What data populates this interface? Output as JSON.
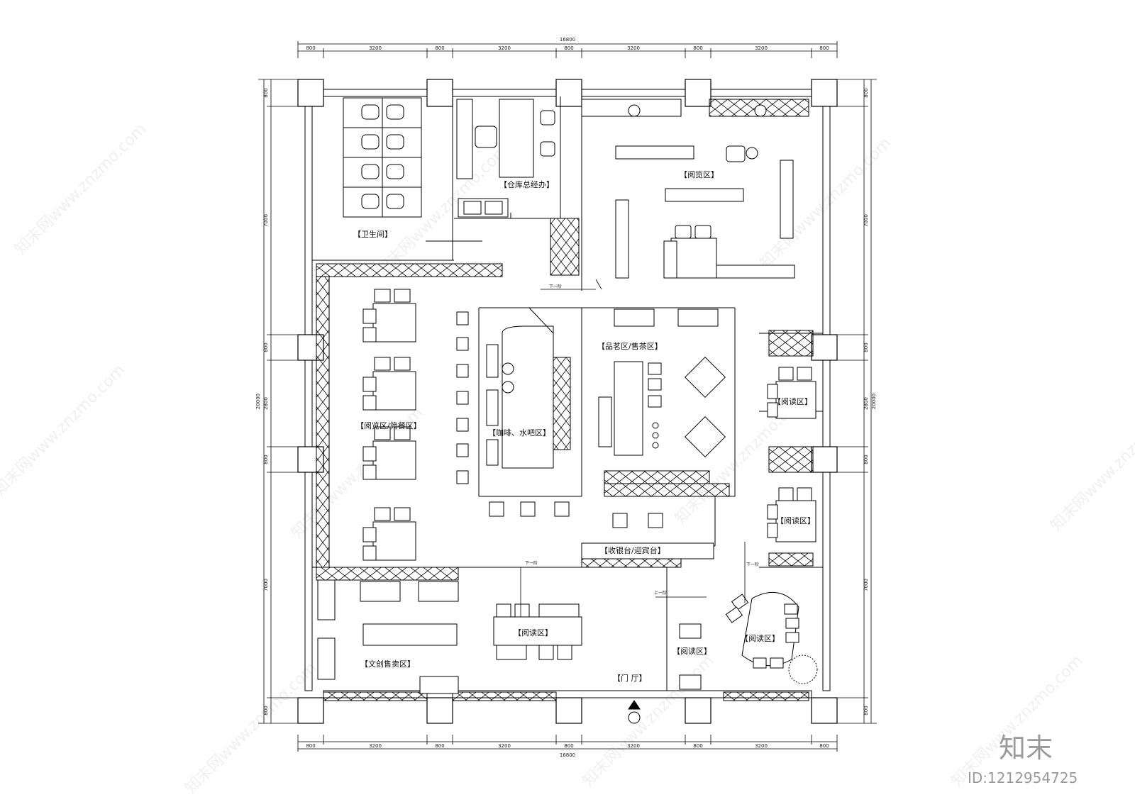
{
  "dimensions": {
    "total_width": "16800",
    "total_height": "20000",
    "horizontal_segments": [
      "800",
      "3200",
      "800",
      "3200",
      "800",
      "3200",
      "800",
      "3200",
      "800"
    ],
    "vertical_segments_left": [
      "800",
      "7000",
      "800",
      "2800",
      "800",
      "7000",
      "800"
    ],
    "vertical_segments_right": [
      "800",
      "7000",
      "800",
      "2800",
      "800",
      "7000",
      "800"
    ]
  },
  "rooms": {
    "restroom": "【卫生间】",
    "warehouse_office": "【仓库总经办】",
    "reading_top": "【阅览区】",
    "reading_dining": "【阅览区/简餐区】",
    "coffee_bar": "【咖啡、水吧区】",
    "tea_area": "【品茗区/售茶区】",
    "reading_right_1": "【阅读区】",
    "reading_right_2": "【阅读区】",
    "cashier": "【收银台/迎宾台】",
    "reading_center": "【阅读区】",
    "creative_shop": "【文创售卖区】",
    "lobby": "【门  厅】",
    "reading_bottom_left": "【阅读区】",
    "reading_bottom_right": "【阅读区】"
  },
  "step_labels": {
    "step_down_1": "下一阶",
    "step_down_2": "下一阶",
    "step_down_3": "上一阶",
    "step_down_4": "下一阶"
  },
  "watermark": "知末网www.znzmo.com",
  "brand": "知末",
  "image_id": "ID:1212954725"
}
